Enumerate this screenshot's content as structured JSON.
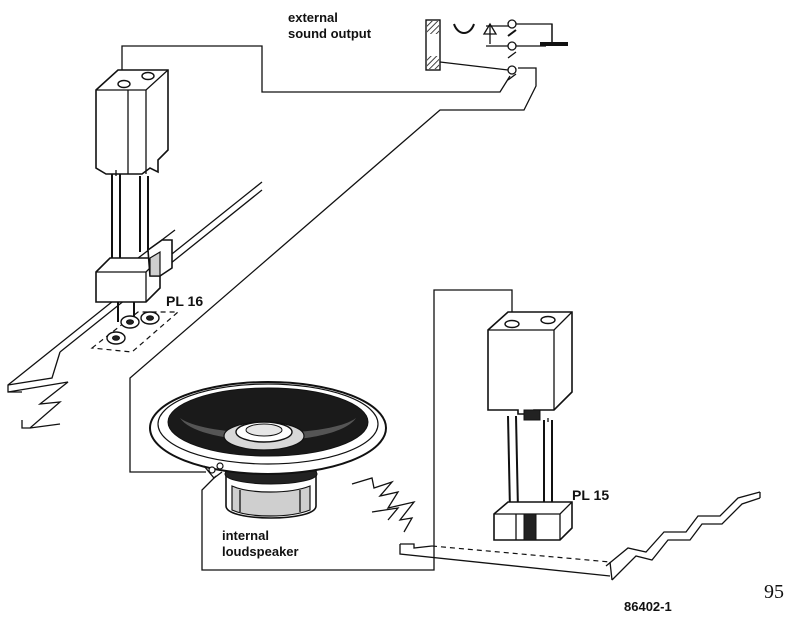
{
  "labels": {
    "external_output_line1": "external",
    "external_output_line2": "sound output",
    "pl16": "PL 16",
    "pl15": "PL 15",
    "internal_line1": "internal",
    "internal_line2": "loudspeaker",
    "part_number": "86402-1",
    "figure_number": "95"
  }
}
